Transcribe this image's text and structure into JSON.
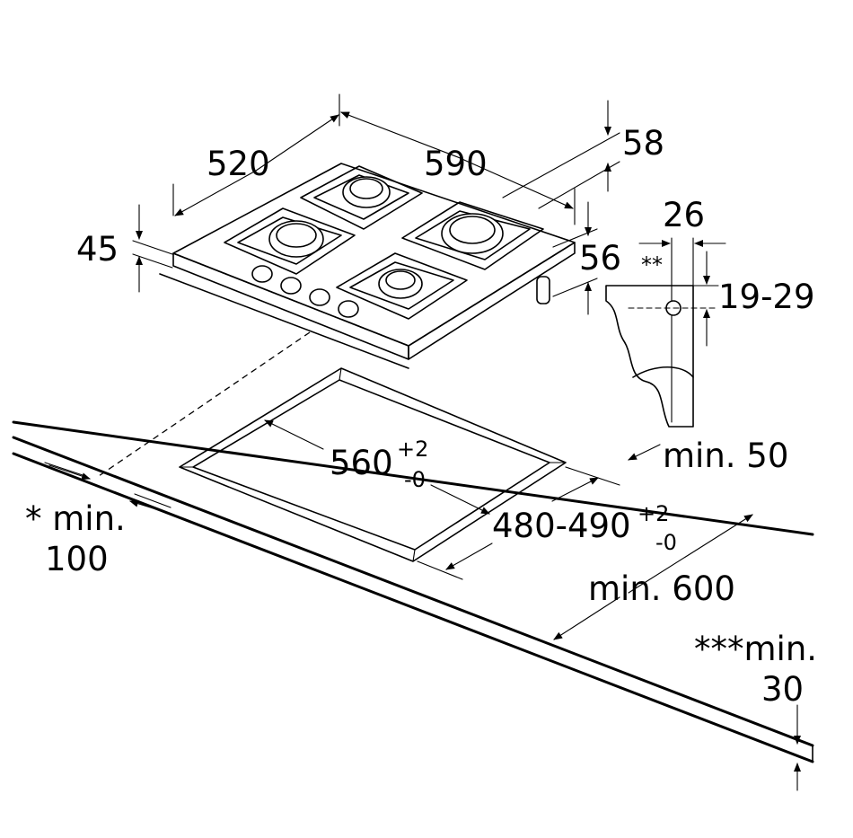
{
  "dimensions": {
    "hob_depth": "520",
    "hob_width": "590",
    "hob_height_total": "58",
    "hob_glass_height": "45",
    "hob_below_height": "56",
    "clip_width": "26",
    "clip_note": "**",
    "clip_range": "19-29",
    "cutout_width_base": "560",
    "cutout_width_tol_plus": "+2",
    "cutout_width_tol_minus": "-0",
    "cutout_depth_base": "480-490",
    "cutout_depth_tol_plus": "+2",
    "cutout_depth_tol_minus": "-0",
    "rear_min": "min. 50",
    "side_min_prefix": "* min.",
    "side_min_value": "100",
    "worktop_min": "min. 600",
    "thickness_min_prefix": "***min.",
    "thickness_min_value": "30"
  }
}
